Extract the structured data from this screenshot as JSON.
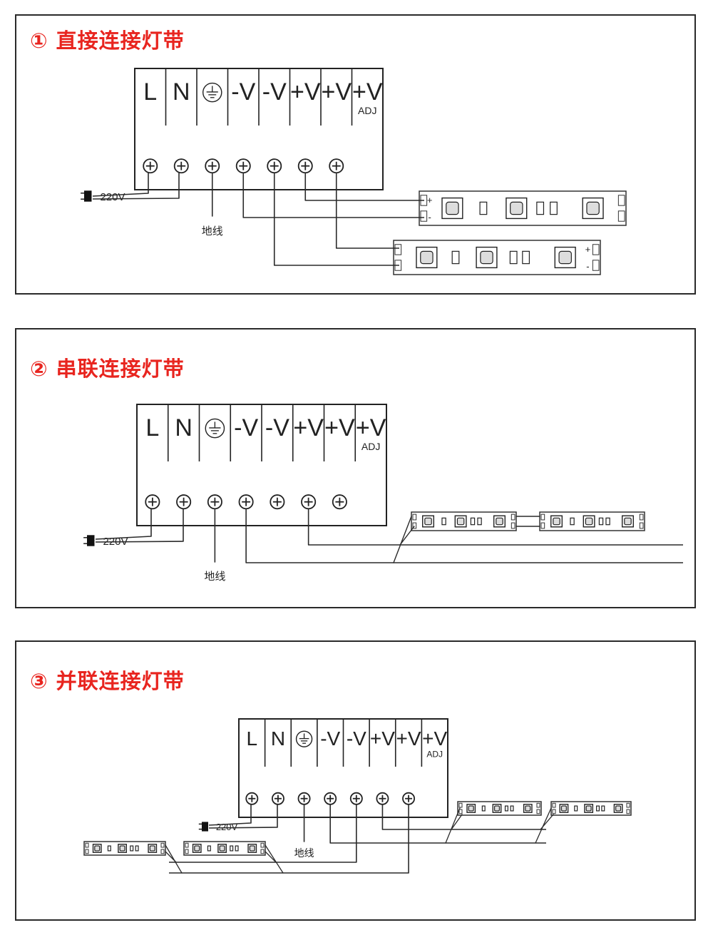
{
  "panels": [
    {
      "title": "① 直接连接灯带",
      "mode": "direct"
    },
    {
      "title": "② 串联连接灯带",
      "mode": "series"
    },
    {
      "title": "③ 并联连接灯带",
      "mode": "parallel"
    }
  ],
  "terminals": [
    "L",
    "N",
    "ground",
    "-V",
    "-V",
    "+V",
    "+V",
    "+V"
  ],
  "adj_label": "ADJ",
  "input_label": "220V",
  "ground_label": "地线",
  "strip_plus": "+",
  "strip_minus": "-",
  "icons": [
    "screw-terminal-icon",
    "ground-symbol-icon",
    "power-plug-icon",
    "led-chip-icon"
  ]
}
